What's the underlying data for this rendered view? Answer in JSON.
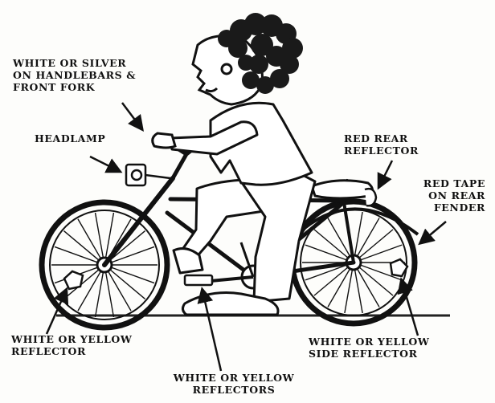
{
  "callouts": {
    "handlebars": "WHITE OR SILVER\nON HANDLEBARS &\nFRONT FORK",
    "headlamp": "HEADLAMP",
    "rear_reflector": "RED REAR\nREFLECTOR",
    "rear_fender": "RED TAPE\nON REAR\nFENDER",
    "front_wheel_reflector": "WHITE OR YELLOW\nREFLECTOR",
    "side_reflector": "WHITE OR YELLOW\nSIDE REFLECTOR",
    "pedal_reflectors": "WHITE OR YELLOW\nREFLECTORS"
  },
  "colors": {
    "ink": "#111111",
    "paper": "#fdfdfb",
    "hair": "#1a1a1a"
  }
}
